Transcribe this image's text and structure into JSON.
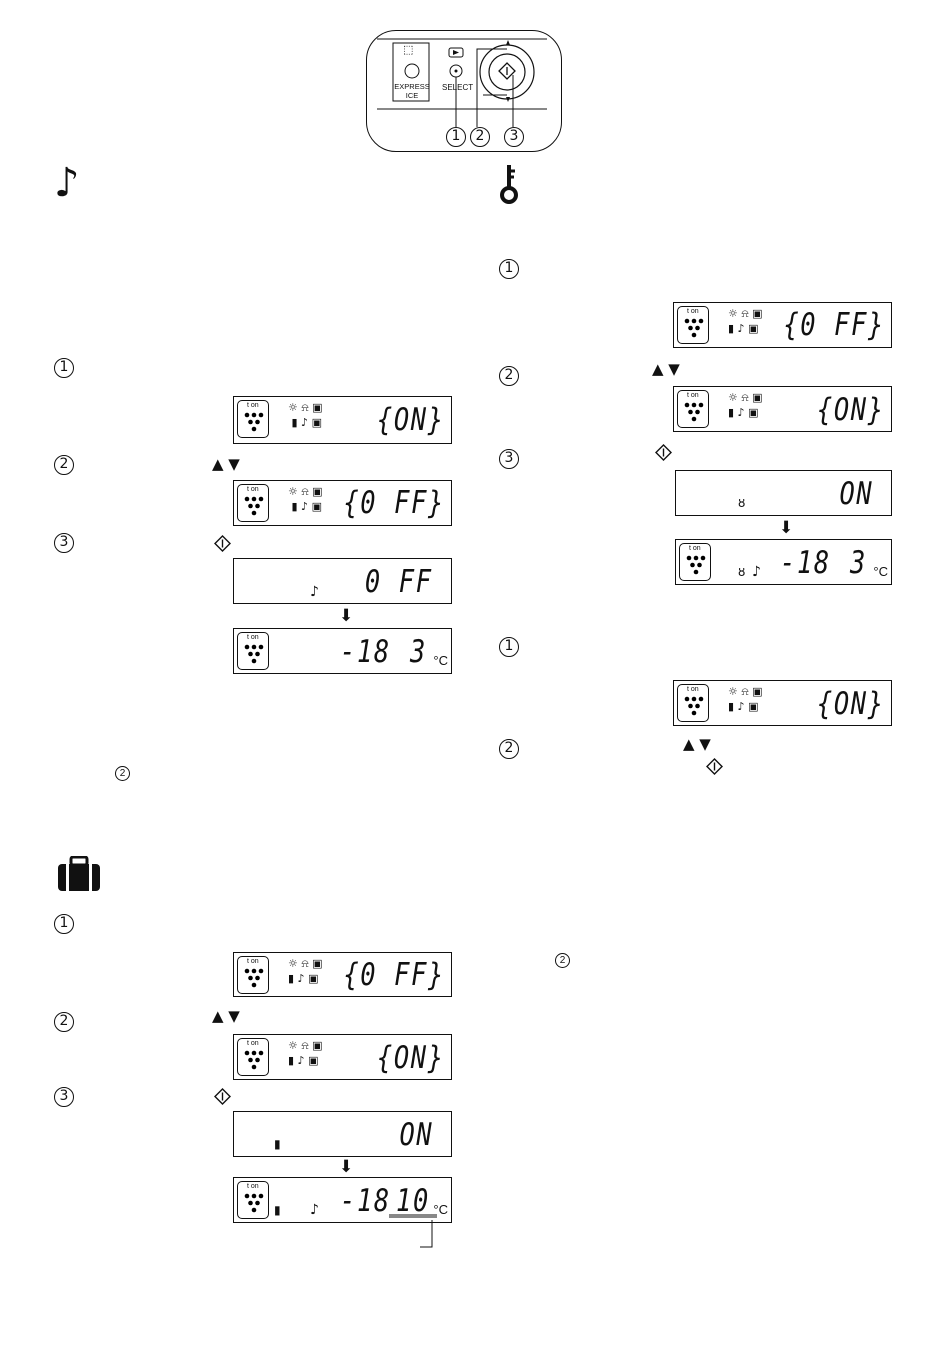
{
  "control_panel": {
    "express_ice_label_line1": "EXPRESS",
    "express_ice_label_line2": "ICE",
    "select_label": "SELECT",
    "callouts": [
      "1",
      "2",
      "3"
    ]
  },
  "common": {
    "step1": "1",
    "step2": "2",
    "step3": "3",
    "up_down_arrows": "▲ ▼",
    "lcd_t_on": "t on",
    "celsius": "°C",
    "ref_note": "2"
  },
  "sound_section": {
    "icon": "music-note-icon",
    "lcd1": "{ON}",
    "lcd2": "{0 FF}",
    "lcd3_text": "0 FF",
    "lcd4_temp1": "-18",
    "lcd4_temp2": "3"
  },
  "holiday_section": {
    "icon": "suitcase-icon",
    "lcd1": "{0 FF}",
    "lcd2": "{ON}",
    "lcd3_text": "ON",
    "lcd4_temp1": "-18",
    "lcd4_temp2": "10"
  },
  "lock_section": {
    "icon": "key-icon",
    "lcd1": "{0 FF}",
    "lcd2": "{ON}",
    "lcd3_text": "ON",
    "lcd4_temp1": "-18",
    "lcd4_temp2": "3",
    "unlock_lcd": "{ON}"
  }
}
